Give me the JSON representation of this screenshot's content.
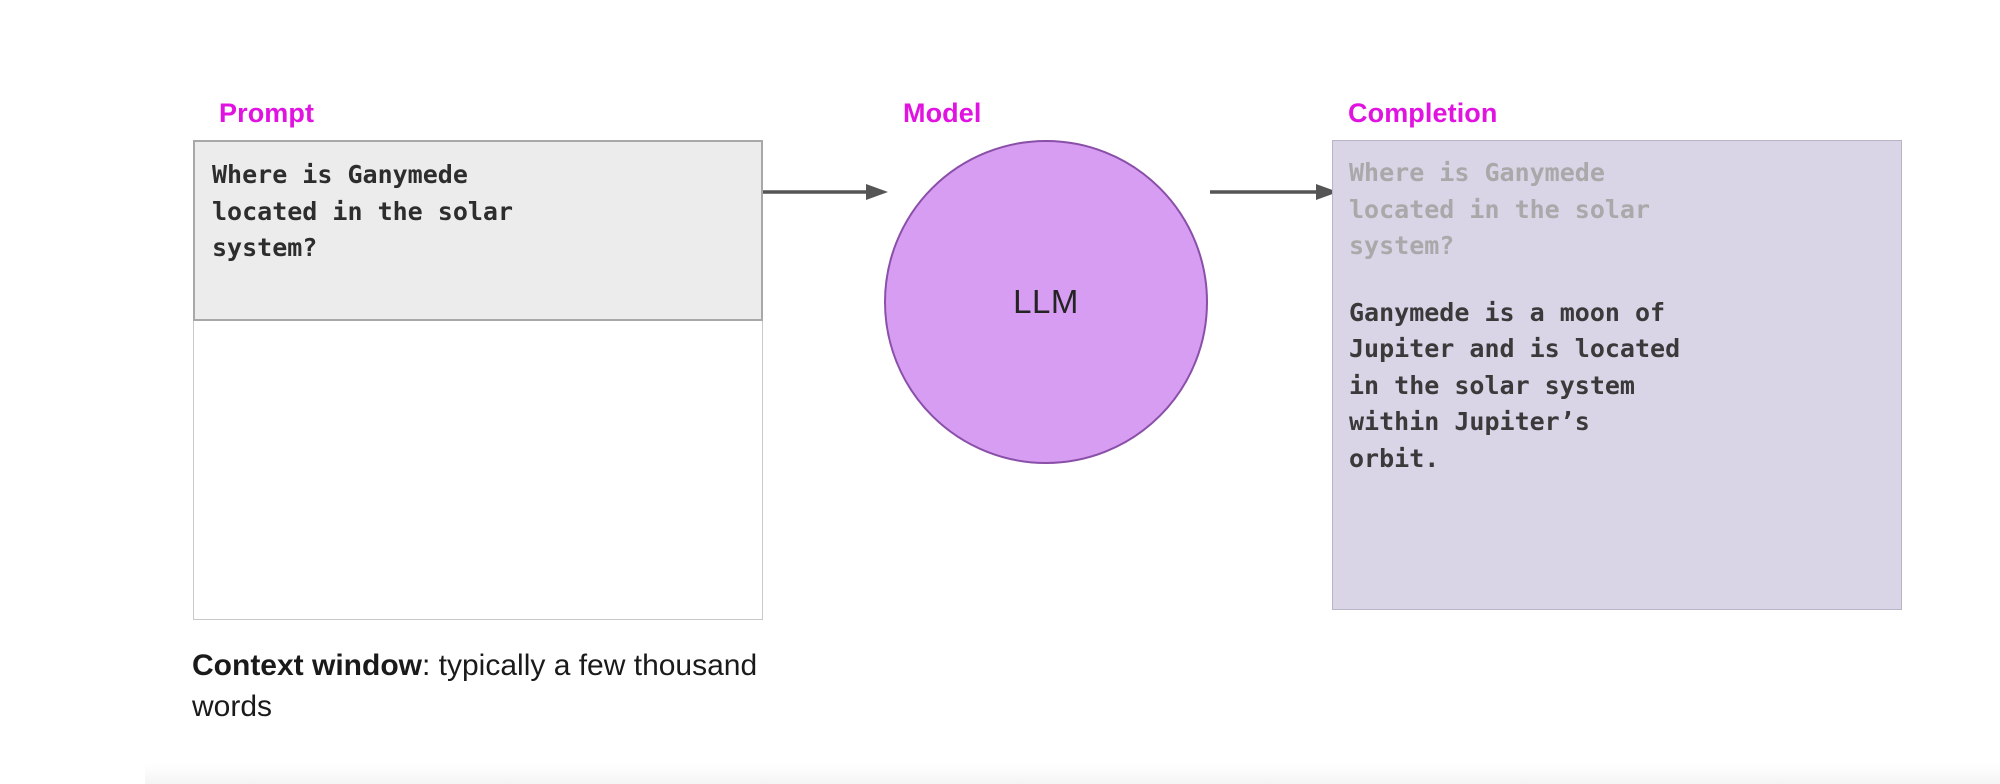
{
  "labels": {
    "prompt": "Prompt",
    "model": "Model",
    "completion": "Completion"
  },
  "prompt_box": {
    "text": "Where is Ganymede\nlocated in the solar\nsystem?"
  },
  "model": {
    "circle_label": "LLM"
  },
  "completion_box": {
    "echoed_prompt": "Where is Ganymede\nlocated in the solar\nsystem?",
    "answer": "Ganymede is a moon of\nJupiter and is located\nin the solar system\nwithin Jupiter’s\norbit."
  },
  "caption": {
    "term": "Context window",
    "rest": ": typically a few thousand words"
  },
  "colors": {
    "label_magenta": "#e013e0",
    "prompt_box_fill": "#ececec",
    "prompt_box_border": "#a8a8a8",
    "context_window_border": "#c9c9c9",
    "model_circle_fill": "#d79df2",
    "model_circle_border": "#8a4fa8",
    "completion_box_fill": "#d9d4e6",
    "completion_box_border": "#b9b4c8",
    "completion_echo_text": "#a9a9a9",
    "completion_answer_text": "#3a3a3a",
    "arrow_color": "#555555",
    "body_text": "#1a1a1a"
  },
  "icons": {
    "arrow_prompt_to_model": "arrow-right-icon",
    "arrow_model_to_completion": "arrow-right-icon"
  }
}
